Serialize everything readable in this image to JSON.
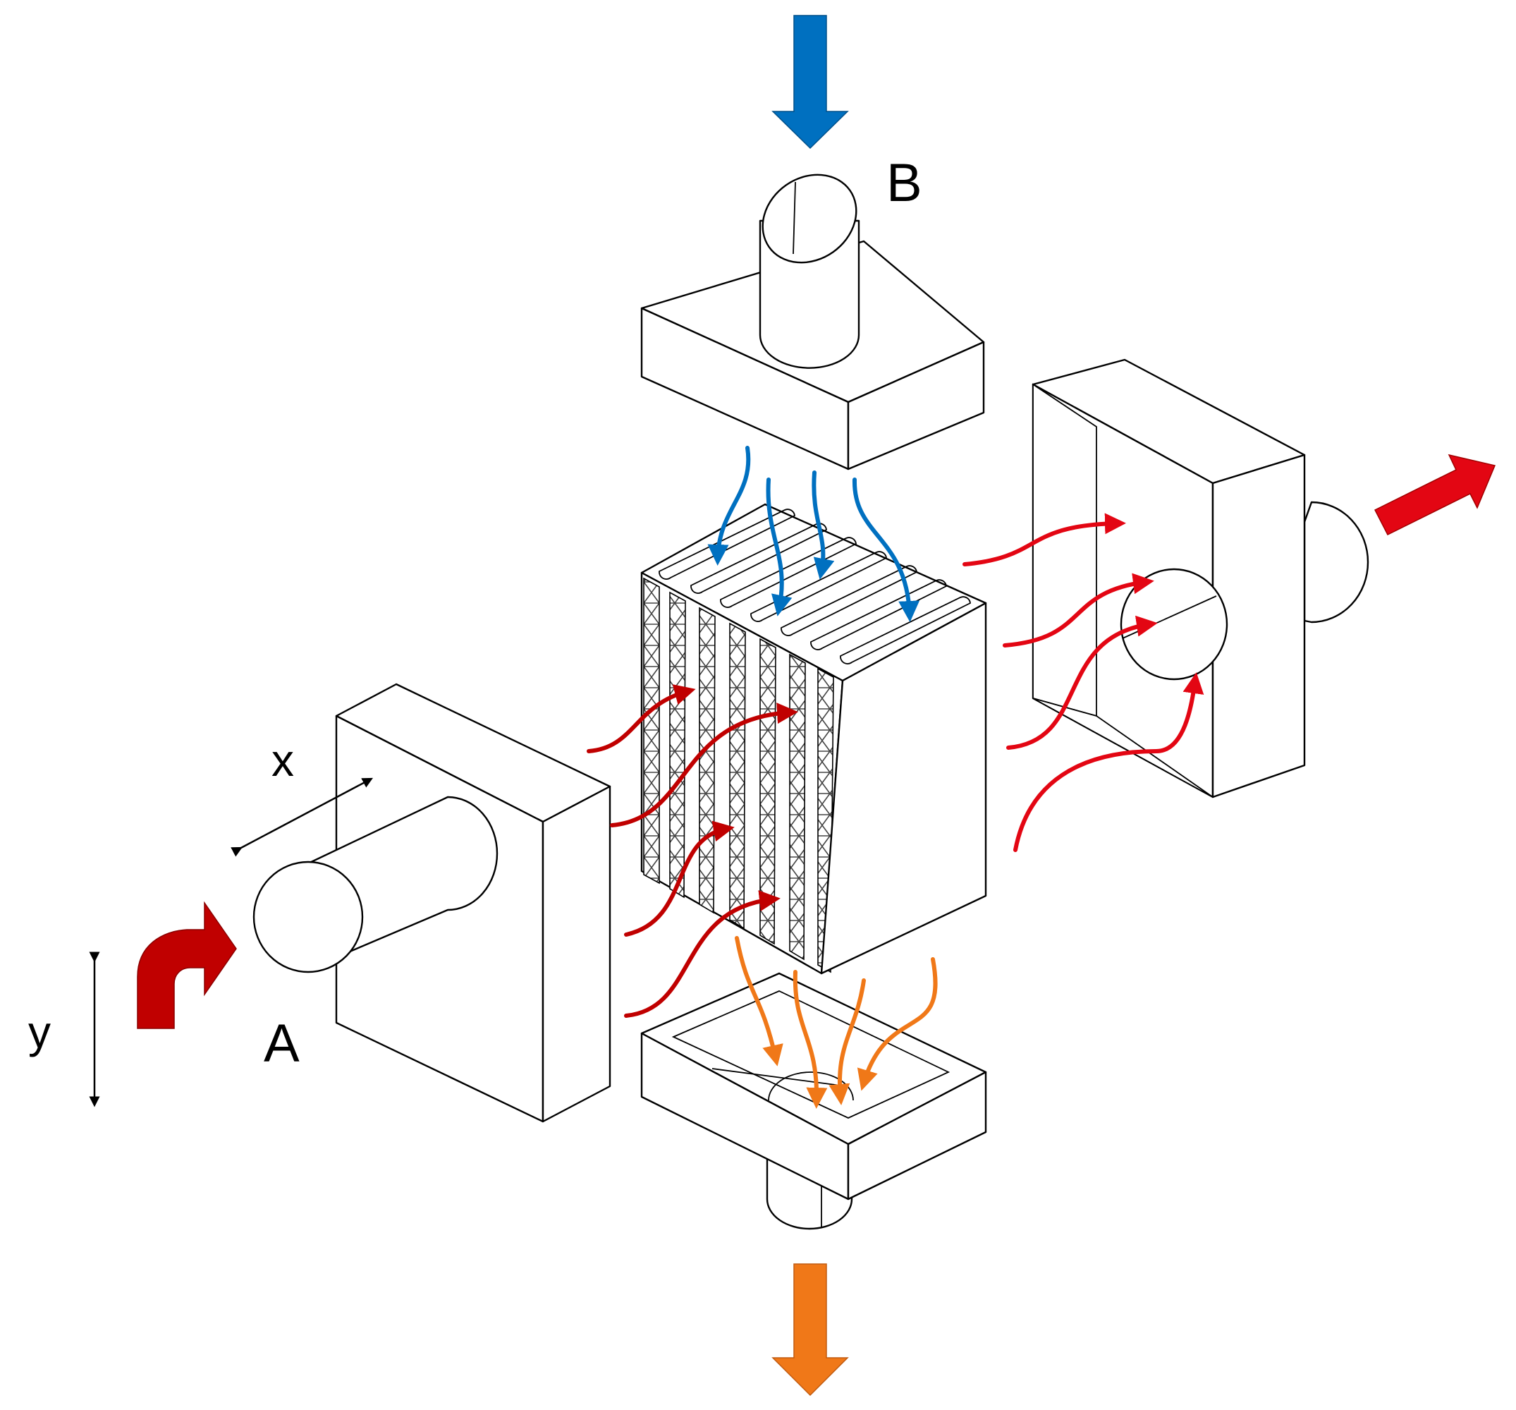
{
  "labels": {
    "inlet_a": "A",
    "inlet_b": "B",
    "axis_x": "x",
    "axis_y": "y"
  },
  "colors": {
    "fluid_a_hot": "#e30613",
    "fluid_a_inlet": "#c00000",
    "fluid_b_cold": "#0070c0",
    "fluid_b_warm": "#f07818",
    "outline": "#000000",
    "body": "#ffffff"
  }
}
